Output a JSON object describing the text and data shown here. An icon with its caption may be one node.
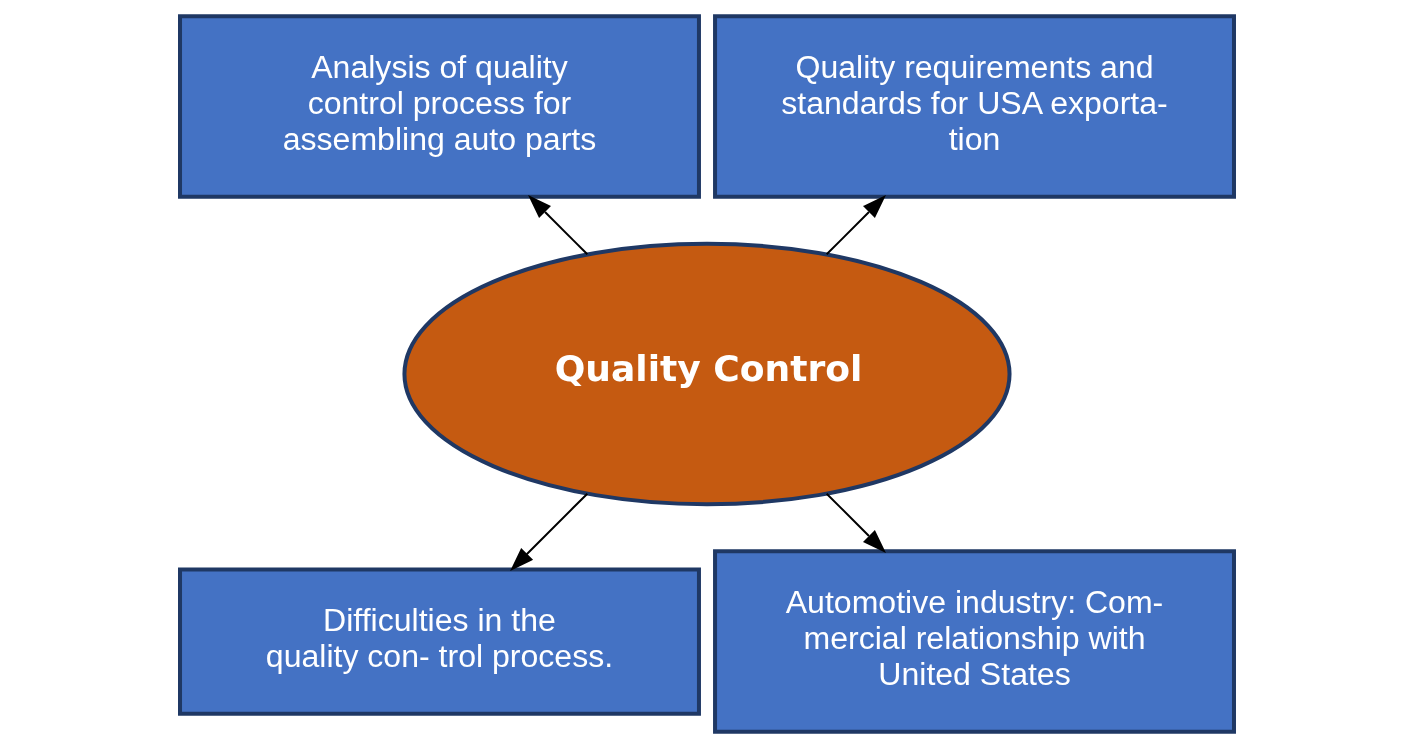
{
  "diagram": {
    "nodes": [
      {
        "text": [
          "Quality requirements and standards for USA exporta- tion"
        ]
      },
      {
        "text": [
          "Analysis of quality control process for assembling auto parts"
        ]
      },
      {
        "text": [
          "Quality Control"
        ]
      },
      {
        "text": [
          "Difficulties in the quality con- trol process."
        ]
      },
      {
        "text": [
          "Automotive industry: Com- mercial relationship with United States"
        ]
      }
    ],
    "edges": [
      {
        "from": 2,
        "to": 0,
        "arrow": "to"
      },
      {
        "from": 2,
        "to": 1,
        "arrow": "to"
      },
      {
        "from": 2,
        "to": 3,
        "arrow": "to"
      },
      {
        "from": 2,
        "to": 4,
        "arrow": "to"
      }
    ]
  }
}
